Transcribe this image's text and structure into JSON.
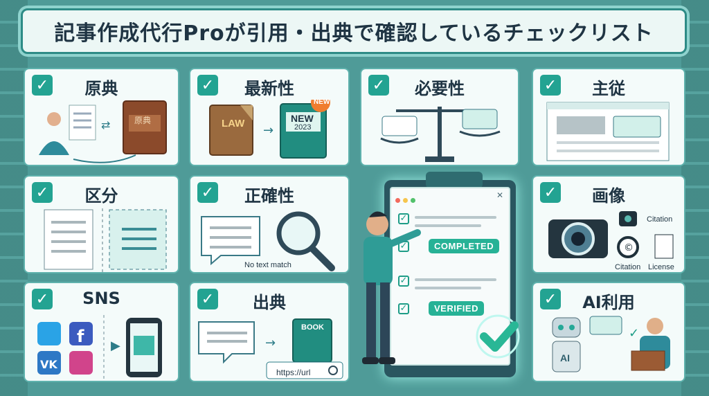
{
  "title": "記事作成代行Proが引用・出典で確認しているチェックリスト",
  "cards": [
    {
      "label": "原典",
      "art_text": "原典"
    },
    {
      "label": "最新性",
      "old_book": "LAW",
      "new_book": "NEW",
      "year": "2023",
      "new_tag": "NEW"
    },
    {
      "label": "必要性"
    },
    {
      "label": "主従"
    },
    {
      "label": "区分"
    },
    {
      "label": "正確性",
      "note": "No text match"
    },
    {
      "label": "画像",
      "citation_1": "Citation",
      "citation_2": "Citation",
      "license": "License"
    },
    {
      "label": "SNS"
    },
    {
      "label": "出典",
      "book": "BOOK",
      "url": "https://url"
    },
    {
      "label": "AI利用",
      "ai_tag": "AI"
    }
  ],
  "clipboard": {
    "badge_completed": "COMPLETED",
    "badge_verified": "VERIFIED",
    "close": "✕"
  },
  "colors": {
    "accent": "#23a392",
    "frame": "#5fb2ad",
    "background": "#4f9b98"
  },
  "icons": [
    "check-icon",
    "book-icon",
    "scale-icon",
    "magnifier-icon",
    "camera-icon",
    "twitter-icon",
    "facebook-icon",
    "vk-icon",
    "instagram-icon",
    "phone-icon",
    "robot-icon"
  ]
}
